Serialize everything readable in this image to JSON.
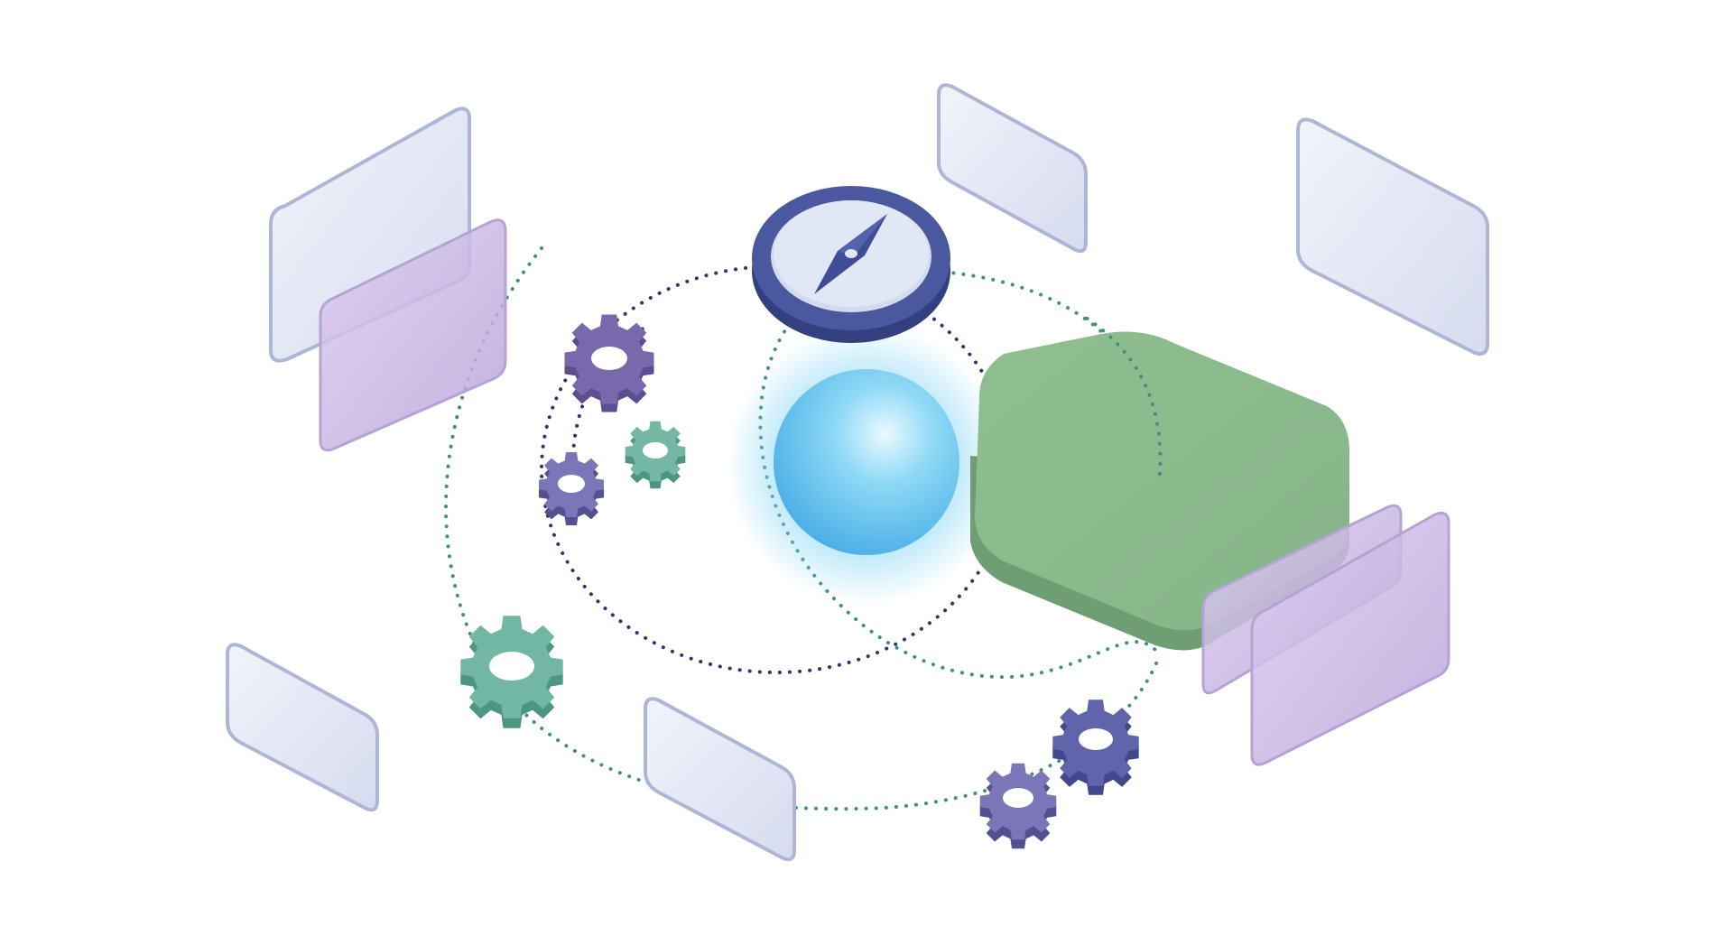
{
  "scene": {
    "background": "#ffffff",
    "colors": {
      "panel_glass": "#dfe3f3",
      "panel_edge": "#aeb6d6",
      "panel_purple": "#c9b8df",
      "gear_purple": "#7463a6",
      "gear_indigo": "#5d62a8",
      "gear_teal": "#6fb3a0",
      "orb_blue": "#5ec5ee",
      "block_green": "#8dba8e",
      "compass_navy": "#3f4d96",
      "orbit_teal": "#3f8f84",
      "orbit_navy": "#2f3573"
    },
    "icons": [
      "compass-icon",
      "gear-icon",
      "glowing-orb",
      "green-block",
      "glass-panel"
    ]
  }
}
